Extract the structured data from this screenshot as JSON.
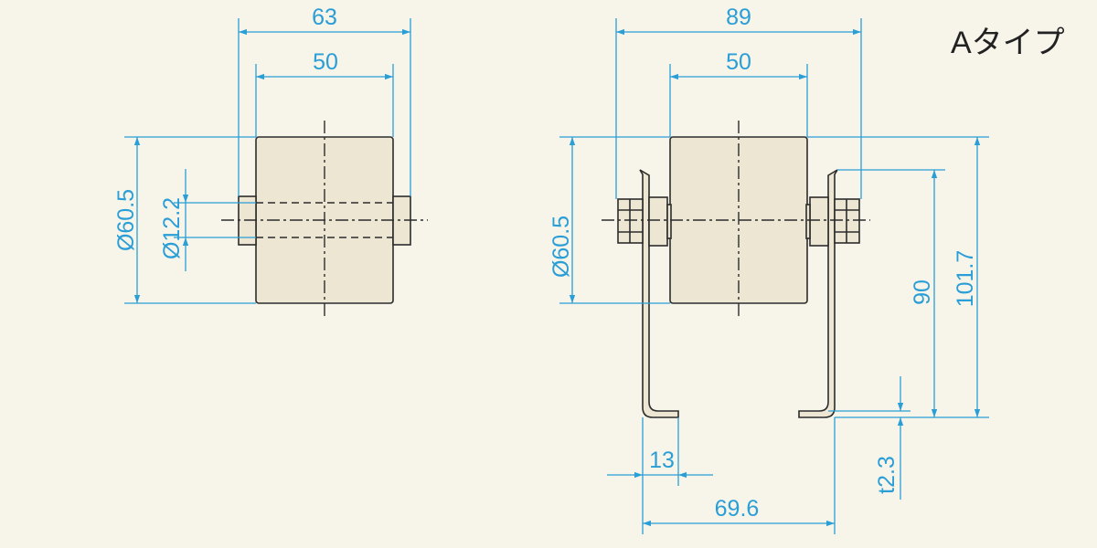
{
  "type_label": "Aタイプ",
  "left_view": {
    "overall_width": "63",
    "roller_width": "50",
    "roller_diameter": "Ø60.5",
    "shaft_diameter": "Ø12.2"
  },
  "right_view": {
    "overall_width": "89",
    "roller_width": "50",
    "roller_diameter": "Ø60.5",
    "axle_height": "90",
    "overall_height": "101.7",
    "foot_length": "13",
    "bracket_span": "69.6",
    "plate_thickness": "t2.3"
  },
  "colors": {
    "background": "#f7f4ea",
    "dimension": "#2a9ed6",
    "outline": "#2c2c2c"
  }
}
